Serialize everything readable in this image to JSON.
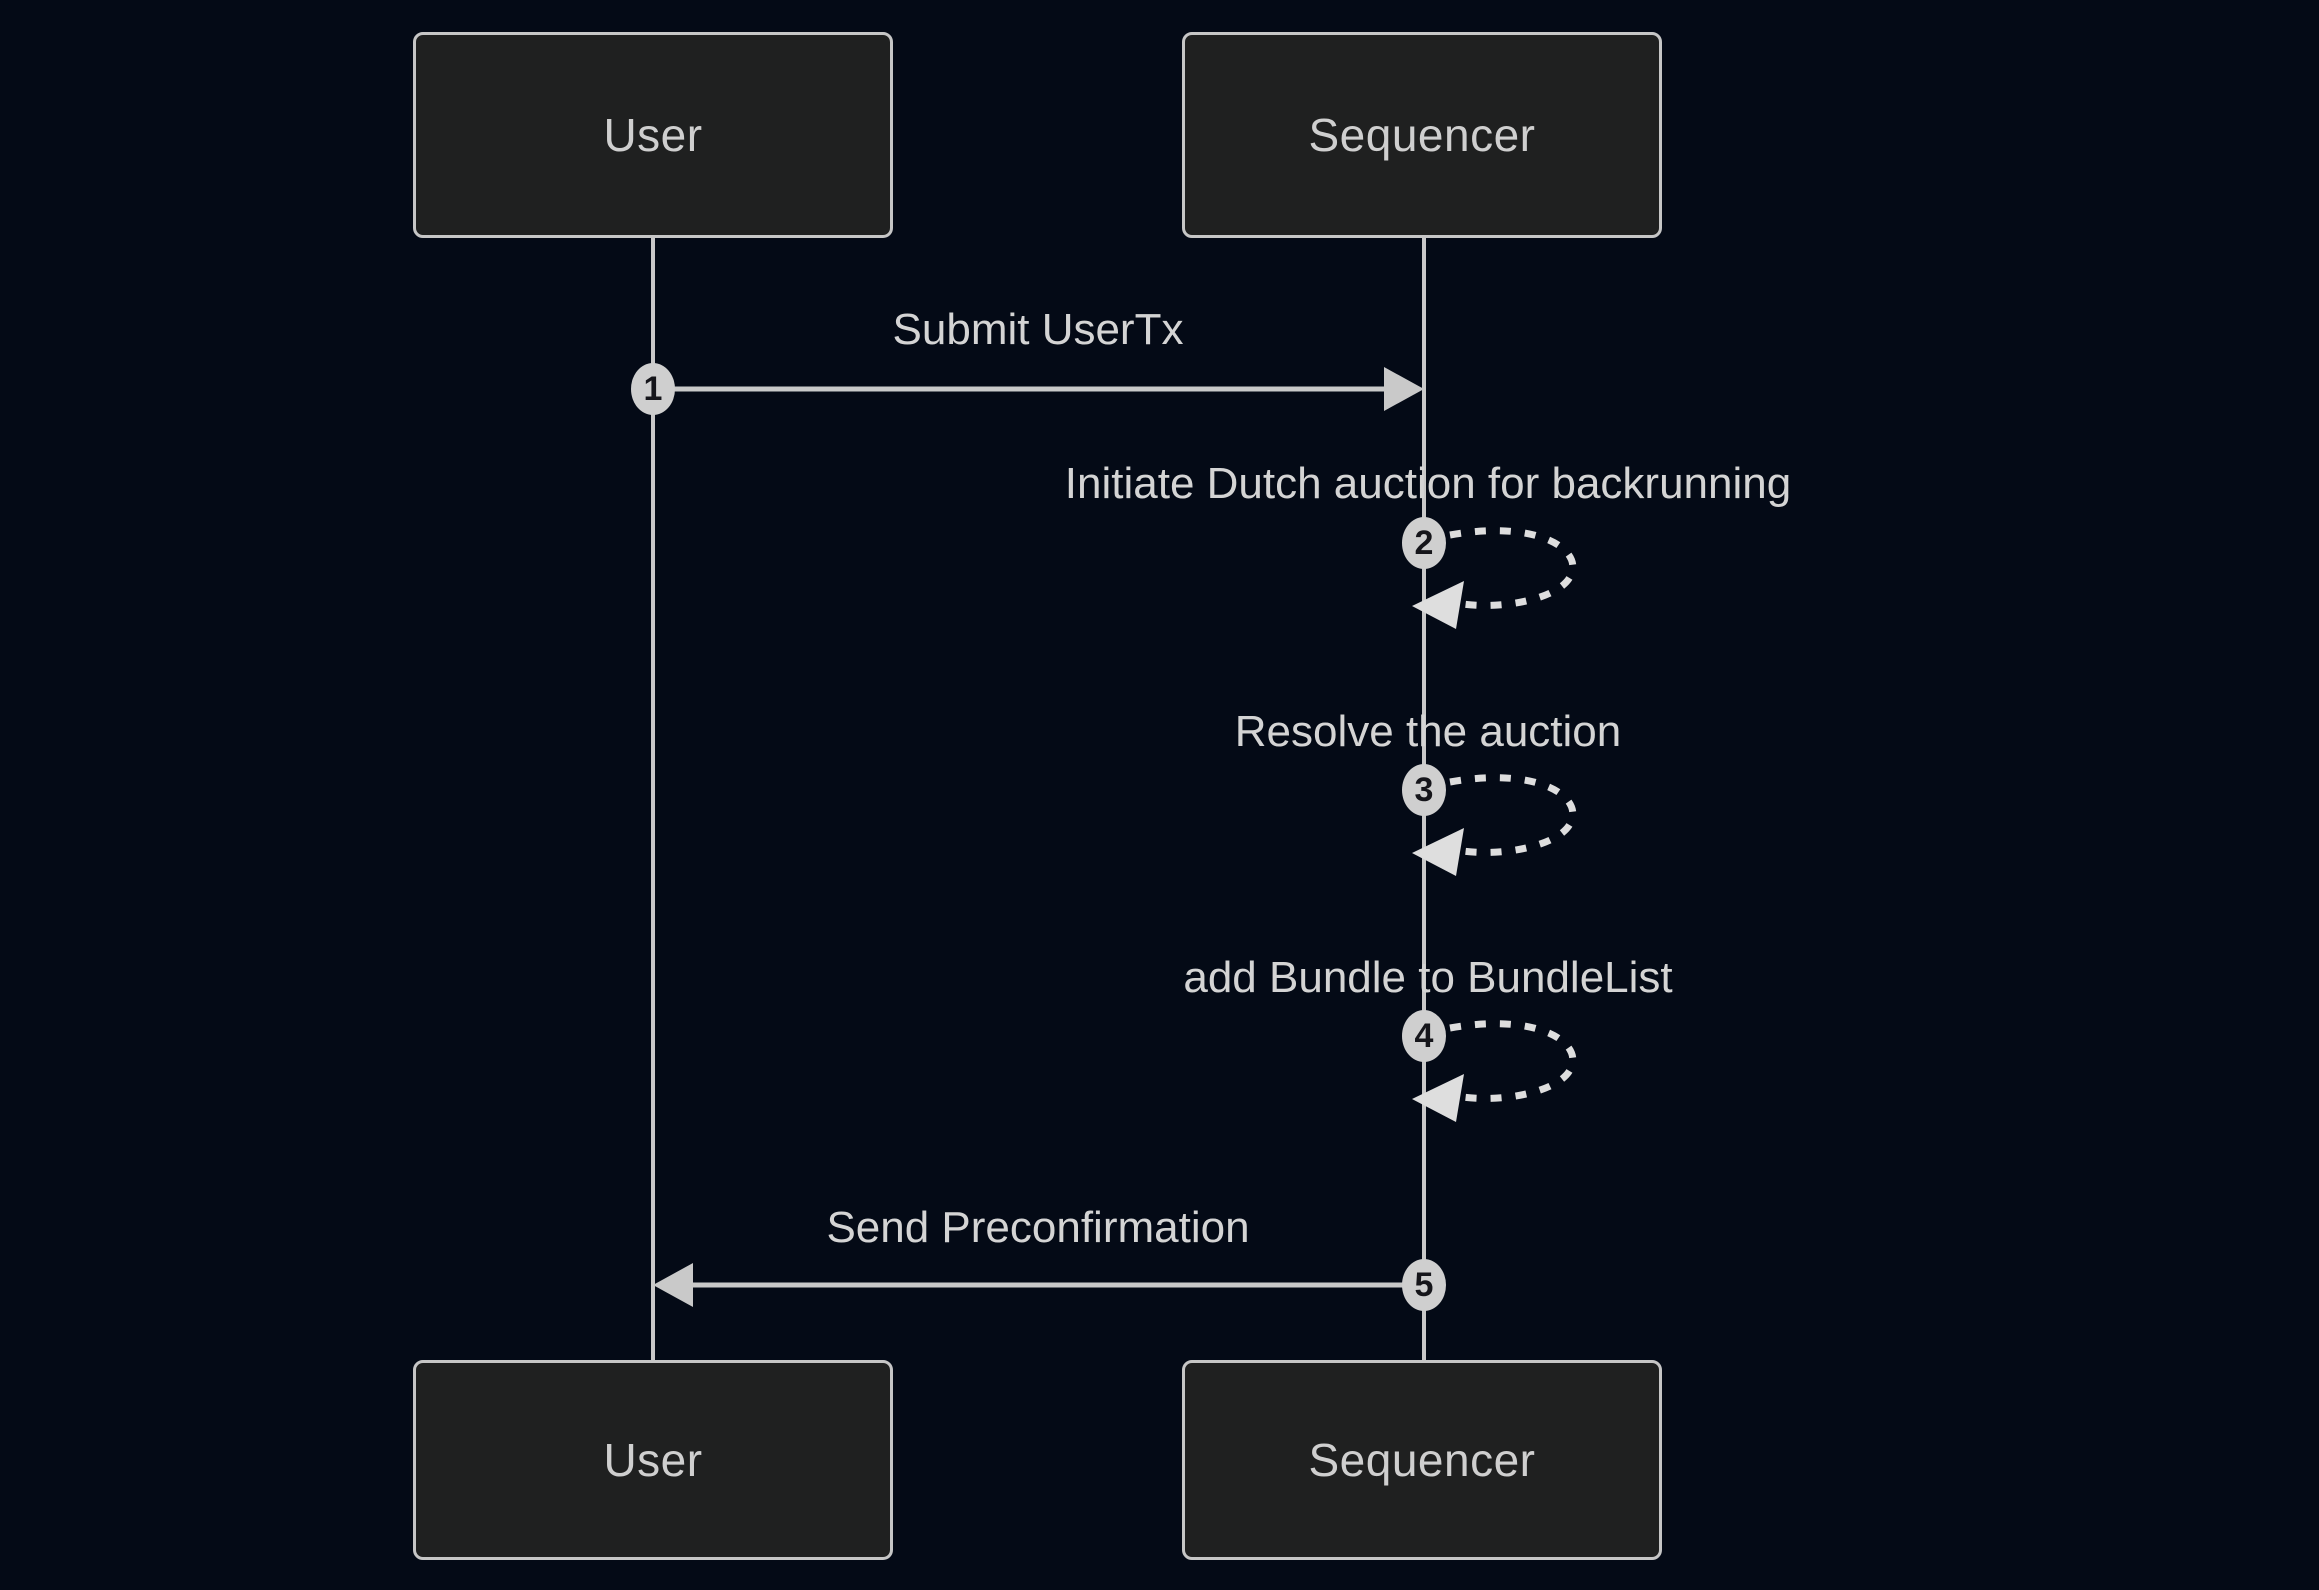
{
  "diagram": {
    "type": "sequence-diagram",
    "background_color": "#040a16",
    "palette": {
      "actor_fill": "#1f2020",
      "actor_border": "#c6c6c6",
      "line_color": "#c9c9c9",
      "message_text_color": "#d4d4d4",
      "badge_fill": "#cfcfcf",
      "badge_text": "#15151a"
    },
    "actors": [
      {
        "id": "user",
        "label": "User"
      },
      {
        "id": "sequencer",
        "label": "Sequencer"
      }
    ],
    "messages": [
      {
        "seq": "1",
        "from": "user",
        "to": "sequencer",
        "label": "Submit UserTx",
        "line": "solid"
      },
      {
        "seq": "2",
        "from": "sequencer",
        "to": "sequencer",
        "label": "Initiate Dutch auction for backrunning",
        "line": "dashed-self-loop"
      },
      {
        "seq": "3",
        "from": "sequencer",
        "to": "sequencer",
        "label": "Resolve the auction",
        "line": "dashed-self-loop"
      },
      {
        "seq": "4",
        "from": "sequencer",
        "to": "sequencer",
        "label": "add Bundle to BundleList",
        "line": "dashed-self-loop"
      },
      {
        "seq": "5",
        "from": "sequencer",
        "to": "user",
        "label": "Send Preconfirmation",
        "line": "solid"
      }
    ]
  }
}
